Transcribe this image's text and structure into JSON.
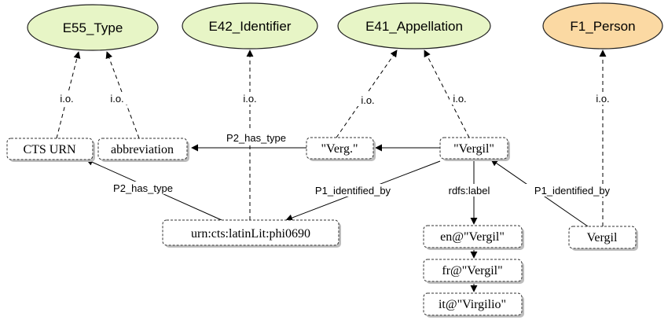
{
  "colors": {
    "class_fill": "#e7f5c6",
    "person_fill": "#fbd9a3",
    "box_fill": "#ffffff",
    "line": "#000000",
    "shadow": "#bdbdbd"
  },
  "classes": {
    "e55": "E55_Type",
    "e42": "E42_Identifier",
    "e41": "E41_Appellation",
    "f1": "F1_Person"
  },
  "literals": {
    "cts_urn": "CTS URN",
    "abbreviation": "abbreviation",
    "verg": "\"Verg.\"",
    "vergil_quoted": "\"Vergil\"",
    "urn": "urn:cts:latinLit:phi0690",
    "en": "en@\"Vergil\"",
    "fr": "fr@\"Vergil\"",
    "it": "it@\"Virgilio\"",
    "vergil": "Vergil"
  },
  "edges": {
    "io": "i.o.",
    "p2_has_type": "P2_has_type",
    "p1_identified_by": "P1_identified_by",
    "rdfs_label": "rdfs:label"
  }
}
